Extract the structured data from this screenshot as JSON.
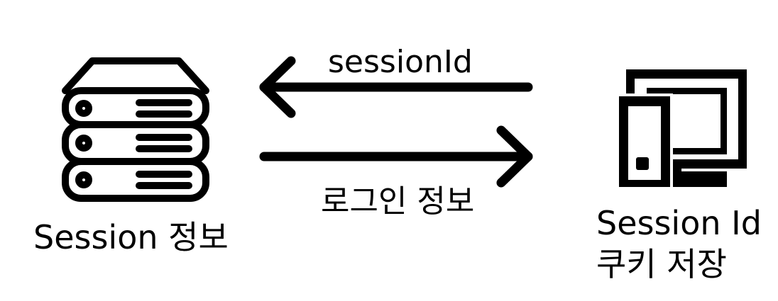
{
  "diagram": {
    "arrow_top_label": "sessionId",
    "arrow_bottom_label": "로그인 정보",
    "server_label": "Session 정보",
    "client_label_line1": "Session Id",
    "client_label_line2": "쿠키 저장"
  },
  "icons": {
    "server": "server-icon",
    "client": "desktop-computer-icon",
    "arrow_left": "arrow-left-icon",
    "arrow_right": "arrow-right-icon"
  },
  "colors": {
    "stroke": "#000000",
    "background": "#ffffff"
  }
}
